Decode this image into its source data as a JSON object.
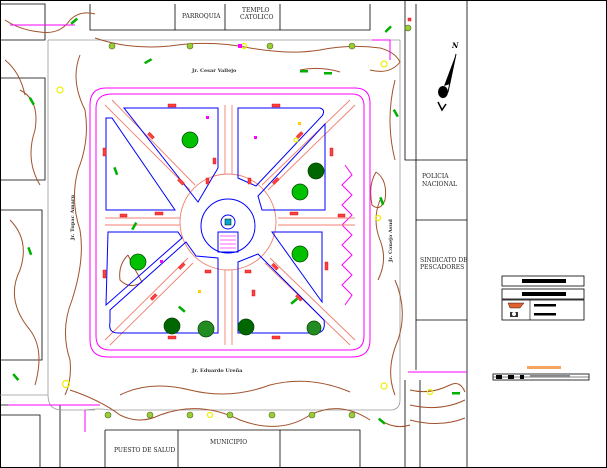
{
  "buildings": {
    "parroquia": "PARROQUIA",
    "templo_line1": "TEMPLO",
    "templo_line2": "CATOLICO",
    "policia_line1": "POLICIA",
    "policia_line2": "NACIONAL",
    "sindicato_line1": "SINDICATO DE",
    "sindicato_line2": "PESCADORES",
    "puesto_salud": "PUESTO DE SALUD",
    "municipio": "MUNICIPIO"
  },
  "streets": {
    "north": "Jr. Cesar Vallejo",
    "south": "Jr. Eduardo Ureña",
    "west": "Jr. Tupac Amaru",
    "east": "Jr. Conejo Asud"
  },
  "compass": {
    "label": "N"
  },
  "colors": {
    "walkway": "#ff00ff",
    "planter": "#0000ff",
    "path_salmon": "#f08070",
    "contour": "#a0522d",
    "tree_green": "#00aa00",
    "bench_red": "#ff0000",
    "light_yellow": "#ffff00"
  }
}
